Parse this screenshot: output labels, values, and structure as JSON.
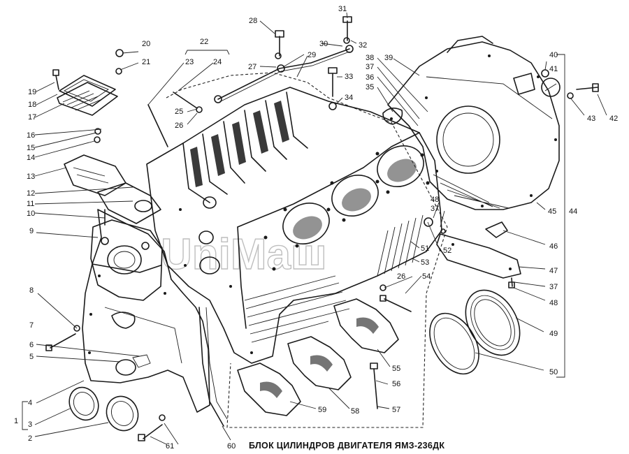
{
  "title": "БЛОК ЦИЛИНДРОВ ДВИГАТЕЛЯ ЯМЗ-236ДК",
  "watermark": "UniMaш",
  "callouts": [
    {
      "id": "c1",
      "text": "1"
    },
    {
      "id": "c2",
      "text": "2"
    },
    {
      "id": "c3",
      "text": "3"
    },
    {
      "id": "c4",
      "text": "4"
    },
    {
      "id": "c5",
      "text": "5"
    },
    {
      "id": "c6",
      "text": "6"
    },
    {
      "id": "c7",
      "text": "7"
    },
    {
      "id": "c8",
      "text": "8"
    },
    {
      "id": "c9",
      "text": "9"
    },
    {
      "id": "c10",
      "text": "10"
    },
    {
      "id": "c11",
      "text": "11"
    },
    {
      "id": "c12",
      "text": "12"
    },
    {
      "id": "c13",
      "text": "13"
    },
    {
      "id": "c14",
      "text": "14"
    },
    {
      "id": "c15",
      "text": "15"
    },
    {
      "id": "c16",
      "text": "16"
    },
    {
      "id": "c17",
      "text": "17"
    },
    {
      "id": "c18",
      "text": "18"
    },
    {
      "id": "c19",
      "text": "19"
    },
    {
      "id": "c20",
      "text": "20"
    },
    {
      "id": "c21",
      "text": "21"
    },
    {
      "id": "c22",
      "text": "22"
    },
    {
      "id": "c23",
      "text": "23"
    },
    {
      "id": "c24",
      "text": "24"
    },
    {
      "id": "c25",
      "text": "25"
    },
    {
      "id": "c26a",
      "text": "26"
    },
    {
      "id": "c26b",
      "text": "26"
    },
    {
      "id": "c27",
      "text": "27"
    },
    {
      "id": "c28",
      "text": "28"
    },
    {
      "id": "c29",
      "text": "29"
    },
    {
      "id": "c30",
      "text": "30"
    },
    {
      "id": "c31",
      "text": "31"
    },
    {
      "id": "c32",
      "text": "32"
    },
    {
      "id": "c33",
      "text": "33"
    },
    {
      "id": "c34",
      "text": "34"
    },
    {
      "id": "c35",
      "text": "35"
    },
    {
      "id": "c36",
      "text": "36"
    },
    {
      "id": "c37a",
      "text": "37"
    },
    {
      "id": "c37b",
      "text": "37"
    },
    {
      "id": "c37c",
      "text": "37"
    },
    {
      "id": "c38",
      "text": "38"
    },
    {
      "id": "c39",
      "text": "39"
    },
    {
      "id": "c40",
      "text": "40"
    },
    {
      "id": "c41",
      "text": "41"
    },
    {
      "id": "c42",
      "text": "42"
    },
    {
      "id": "c43",
      "text": "43"
    },
    {
      "id": "c44",
      "text": "44"
    },
    {
      "id": "c45",
      "text": "45"
    },
    {
      "id": "c46",
      "text": "46"
    },
    {
      "id": "c47",
      "text": "47"
    },
    {
      "id": "c48a",
      "text": "48"
    },
    {
      "id": "c48b",
      "text": "48"
    },
    {
      "id": "c49",
      "text": "49"
    },
    {
      "id": "c50",
      "text": "50"
    },
    {
      "id": "c51",
      "text": "51"
    },
    {
      "id": "c52",
      "text": "52"
    },
    {
      "id": "c53",
      "text": "53"
    },
    {
      "id": "c54",
      "text": "54"
    },
    {
      "id": "c55",
      "text": "55"
    },
    {
      "id": "c56",
      "text": "56"
    },
    {
      "id": "c57",
      "text": "57"
    },
    {
      "id": "c58",
      "text": "58"
    },
    {
      "id": "c59",
      "text": "59"
    },
    {
      "id": "c60",
      "text": "60"
    },
    {
      "id": "c61",
      "text": "61"
    }
  ]
}
